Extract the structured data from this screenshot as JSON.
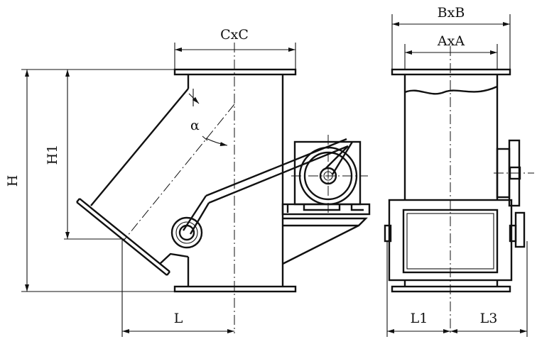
{
  "dimensions": {
    "top_flange": "CxC",
    "outer_width": "BxB",
    "inner_width": "AxA",
    "total_height": "H",
    "branch_height": "H1",
    "angle": "α",
    "offset": "L",
    "left_offset": "L1",
    "right_offset": "L3"
  },
  "colors": {
    "line": "#111111",
    "background": "#ffffff"
  }
}
